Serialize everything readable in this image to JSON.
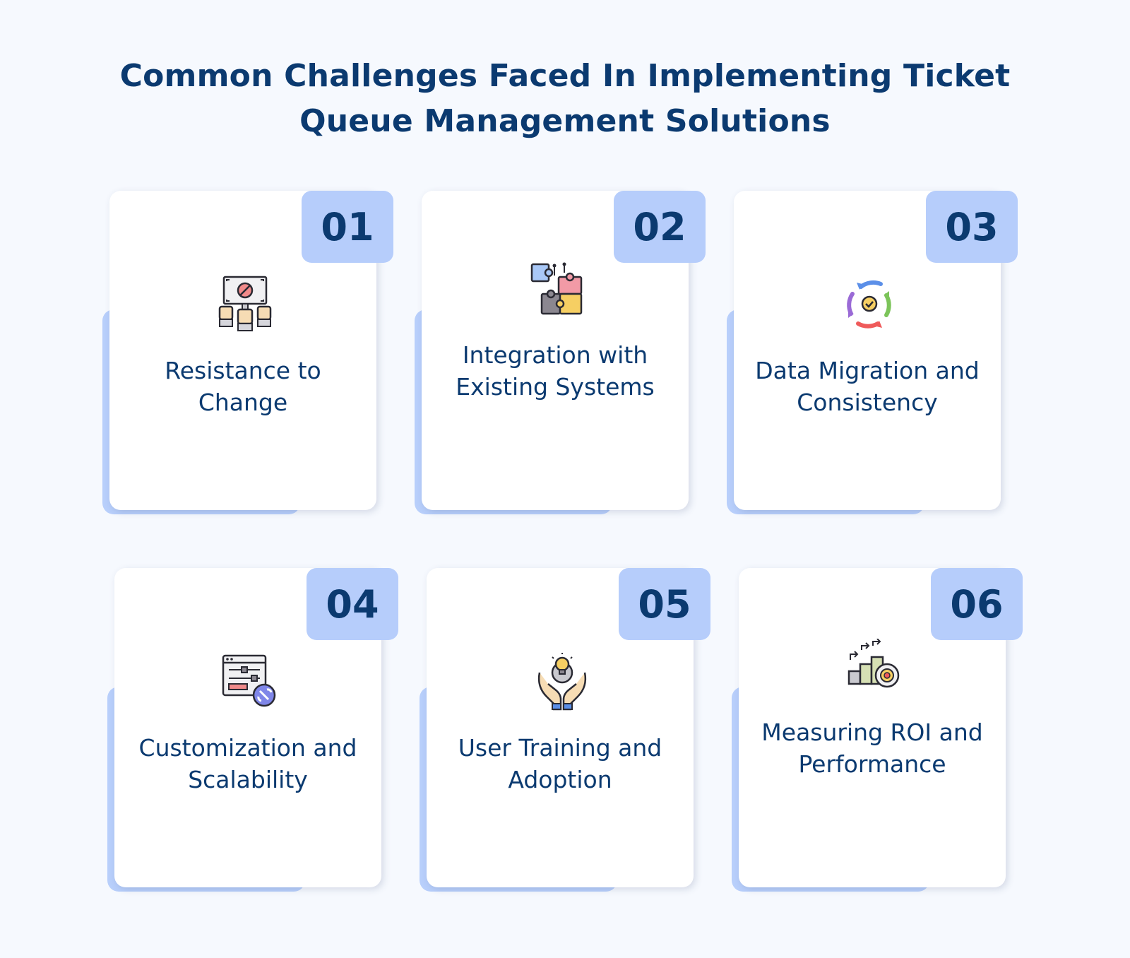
{
  "title": {
    "line1": "Common Challenges Faced In Implementing Ticket",
    "line2": "Queue Management Solutions"
  },
  "cards": [
    {
      "number": "01",
      "label": "Resistance to Change",
      "icon": "protest-sign-icon"
    },
    {
      "number": "02",
      "label": "Integration with Existing Systems",
      "icon": "puzzle-pieces-icon"
    },
    {
      "number": "03",
      "label": "Data Migration and Consistency",
      "icon": "sync-cycle-icon"
    },
    {
      "number": "04",
      "label": "Customization and Scalability",
      "icon": "settings-panel-wrench-icon"
    },
    {
      "number": "05",
      "label": "User Training and Adoption",
      "icon": "hands-gear-lightbulb-icon"
    },
    {
      "number": "06",
      "label": "Measuring ROI and Performance",
      "icon": "growth-chart-gear-icon"
    }
  ]
}
